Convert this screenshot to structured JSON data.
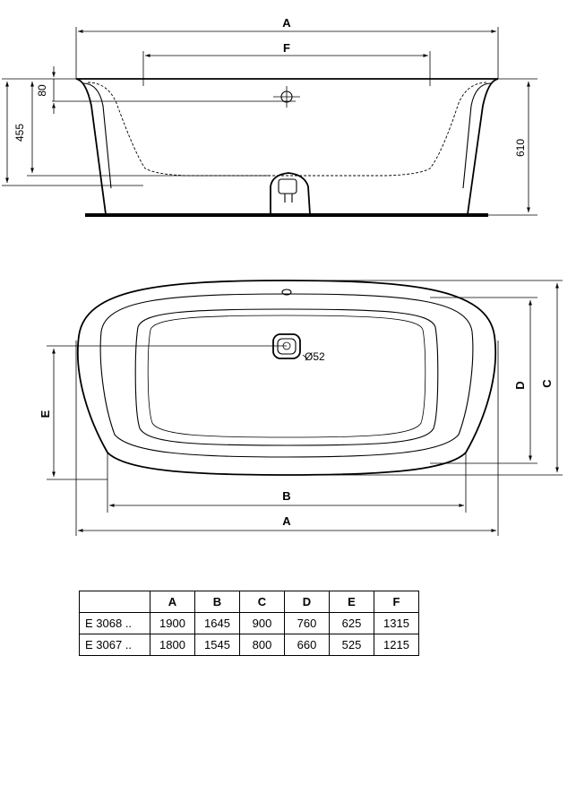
{
  "side_view": {
    "label_width": "A",
    "label_inner": "F",
    "dim_rim": "80",
    "dim_height_left": "455",
    "dim_height_right": "610"
  },
  "top_view": {
    "label_drain": "Ø52",
    "label_d": "D",
    "label_c": "C",
    "label_e": "E",
    "label_b": "B",
    "label_a": "A"
  },
  "table": {
    "headers": [
      "",
      "A",
      "B",
      "C",
      "D",
      "E",
      "F"
    ],
    "rows": [
      {
        "model": "E 3068 ..",
        "values": [
          "1900",
          "1645",
          "900",
          "760",
          "625",
          "1315"
        ]
      },
      {
        "model": "E 3067 ..",
        "values": [
          "1800",
          "1545",
          "800",
          "660",
          "525",
          "1215"
        ]
      }
    ]
  }
}
